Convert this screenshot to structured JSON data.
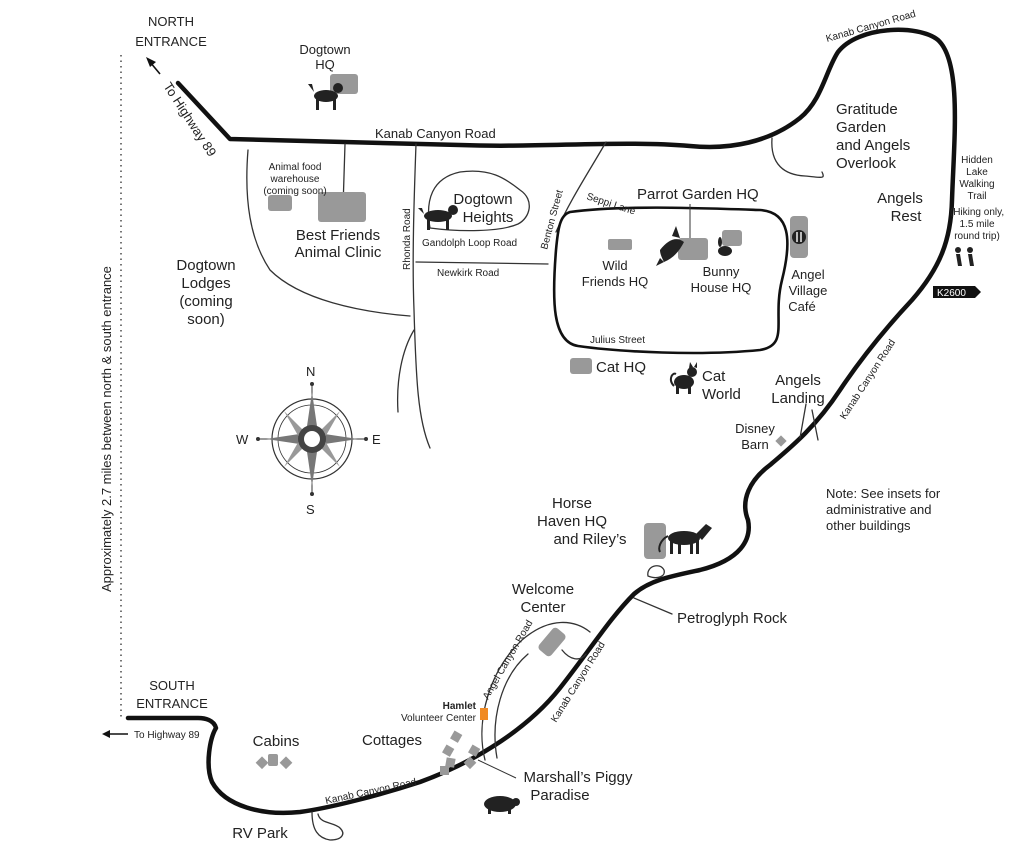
{
  "map": {
    "north_entrance": [
      "NORTH",
      "ENTRANCE"
    ],
    "south_entrance": [
      "SOUTH",
      "ENTRANCE"
    ],
    "to_highway_north": "To Highway 89",
    "to_highway_south": "To Highway 89",
    "distance_note": "Approximately 2.7 miles between north & south entrance",
    "roads": {
      "kanab_top": "Kanab Canyon Road",
      "kanab_upper_right": "Kanab Canyon Road",
      "kanab_right": "Kanab Canyon Road",
      "kanab_lower": "Kanab Canyon Road",
      "kanab_bottom": "Kanab Canyon Road",
      "angel_canyon": "Angel Canyon Road",
      "rhonda": "Rhonda Road",
      "gandolph": "Gandolph Loop Road",
      "newkirk": "Newkirk Road",
      "benton": "Benton Street",
      "seppi": "Seppi Lane",
      "julius": "Julius Street"
    },
    "places": {
      "dogtown_hq": [
        "Dogtown",
        "HQ"
      ],
      "animal_food_warehouse": [
        "Animal food",
        "warehouse",
        "(coming soon)"
      ],
      "best_friends_clinic": [
        "Best Friends",
        "Animal Clinic"
      ],
      "dogtown_heights": [
        "Dogtown",
        "Heights"
      ],
      "dogtown_lodges": [
        "Dogtown",
        "Lodges",
        "(coming",
        "soon)"
      ],
      "parrot_garden": "Parrot Garden HQ",
      "wild_friends": [
        "Wild",
        "Friends HQ"
      ],
      "bunny_house": [
        "Bunny",
        "House HQ"
      ],
      "angel_village_cafe": [
        "Angel",
        "Village",
        "Café"
      ],
      "gratitude_garden": [
        "Gratitude",
        "Garden",
        "and Angels",
        "Overlook"
      ],
      "angels_rest": [
        "Angels",
        "Rest"
      ],
      "hidden_lake": [
        "Hidden",
        "Lake",
        "Walking",
        "Trail",
        "(Hiking only,",
        "1.5 mile",
        "round trip)"
      ],
      "k2600": "K2600",
      "cat_hq": "Cat HQ",
      "cat_world": [
        "Cat",
        "World"
      ],
      "angels_landing": [
        "Angels",
        "Landing"
      ],
      "disney_barn": [
        "Disney",
        "Barn"
      ],
      "horse_haven": [
        "Horse",
        "Haven HQ",
        "and Riley’s"
      ],
      "welcome_center": [
        "Welcome",
        "Center"
      ],
      "petroglyph_rock": "Petroglyph Rock",
      "hamlet": "Hamlet",
      "volunteer_center": "Volunteer Center",
      "cottages": "Cottages",
      "marshalls_piggy": [
        "Marshall’s Piggy",
        "Paradise"
      ],
      "cabins": "Cabins",
      "rv_park": "RV Park"
    },
    "note": [
      "Note: See insets for",
      "administrative and",
      "other buildings"
    ],
    "compass": {
      "n": "N",
      "s": "S",
      "e": "E",
      "w": "W"
    },
    "colors": {
      "road": "#111111",
      "building": "#999999",
      "hamlet_marker": "#f08a24",
      "k2600_badge": "#111111"
    },
    "icons": [
      "dog-icon",
      "horse-icon",
      "cat-icon",
      "pig-icon",
      "parrot-icon",
      "bunny-icon",
      "hikers-icon",
      "fork-knife-icon",
      "compass-rose-icon"
    ]
  }
}
